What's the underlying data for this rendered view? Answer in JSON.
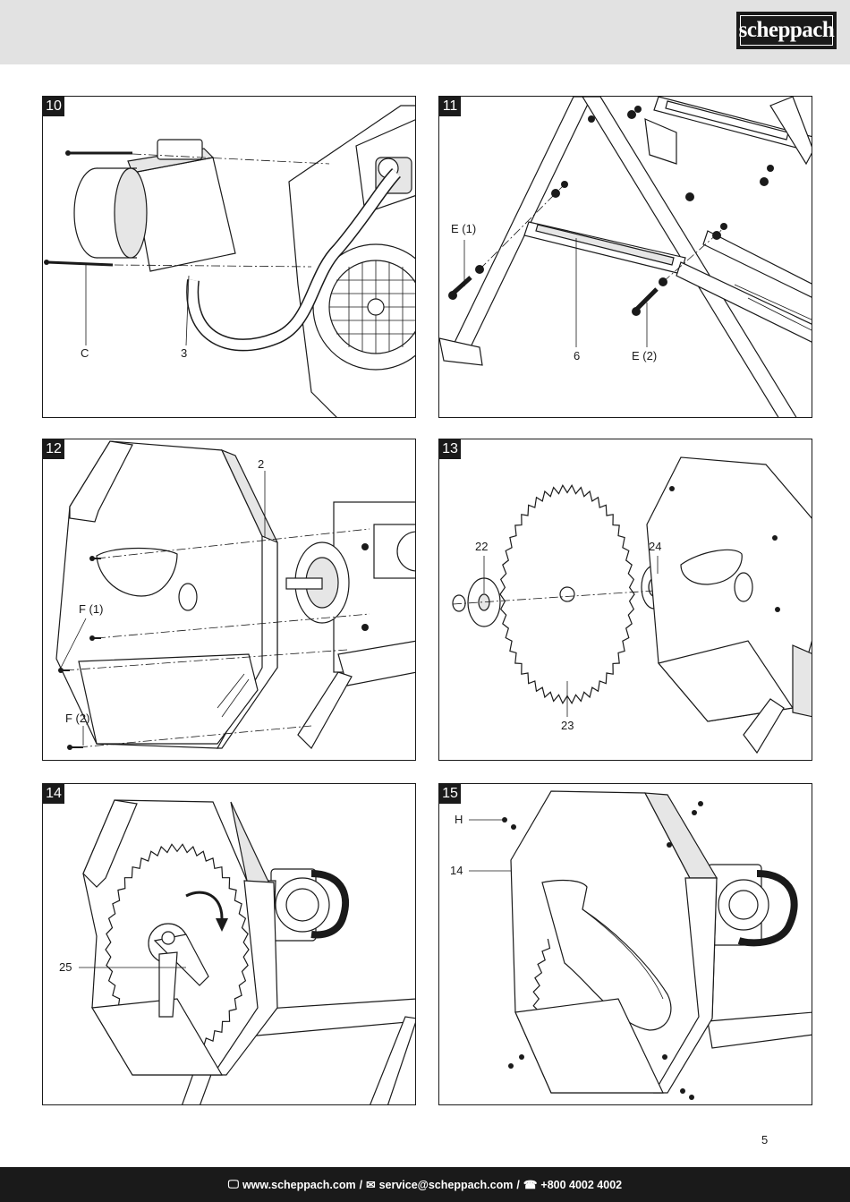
{
  "brand": {
    "logo_text": "scheppach"
  },
  "figures": [
    {
      "number": "10",
      "labels": {
        "c": "C",
        "n3": "3"
      }
    },
    {
      "number": "11",
      "labels": {
        "e1": "E (1)",
        "n6": "6",
        "e2": "E (2)"
      }
    },
    {
      "number": "12",
      "labels": {
        "n2": "2",
        "f1": "F (1)",
        "f2": "F (2)"
      }
    },
    {
      "number": "13",
      "labels": {
        "n22": "22",
        "n24": "24",
        "n23": "23"
      }
    },
    {
      "number": "14",
      "labels": {
        "n25": "25"
      }
    },
    {
      "number": "15",
      "labels": {
        "h": "H",
        "n14": "14"
      }
    }
  ],
  "page_number": "5",
  "footer": {
    "web_icon": "computer-icon",
    "website": "www.scheppach.com",
    "mail_icon": "envelope-icon",
    "email": "service@scheppach.com",
    "phone_icon": "telephone-icon",
    "phone": "+800 4002 4002",
    "separator": "/"
  }
}
